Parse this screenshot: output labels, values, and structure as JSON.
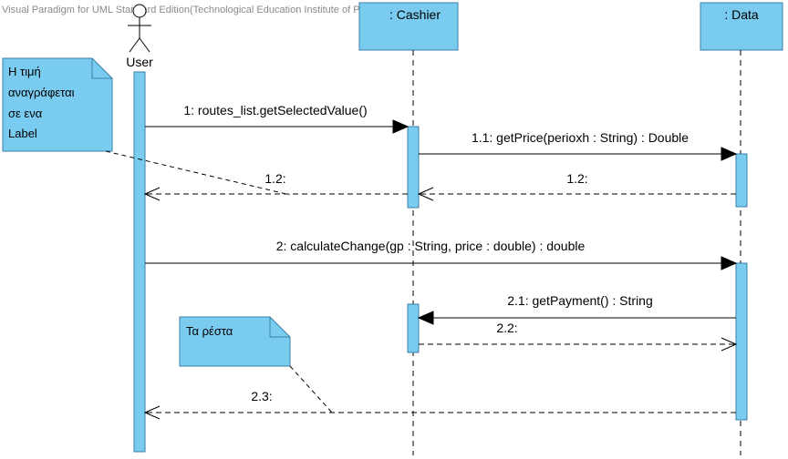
{
  "watermark": "Visual Paradigm for UML Standard Edition(Technological Education Institute of Piraeus)",
  "lifelines": {
    "user": "User",
    "cashier": ": Cashier",
    "data": ": Data"
  },
  "messages": {
    "m1": "1: routes_list.getSelectedValue()",
    "m1_1": "1.1: getPrice(perioxh : String) : Double",
    "m1_2a": "1.2:",
    "m1_2b": "1.2:",
    "m2": "2: calculateChange(gp : String, price : double) : double",
    "m2_1": "2.1: getPayment() : String",
    "m2_2": "2.2:",
    "m2_3": "2.3:"
  },
  "notes": {
    "note1": [
      "Η τιμή",
      "αναγράφεται",
      "σε ενα",
      "Label"
    ],
    "note2": [
      "Τα ρέστα"
    ]
  },
  "colors": {
    "box_fill": "#79ccf0",
    "box_stroke": "#3d7fa6"
  }
}
